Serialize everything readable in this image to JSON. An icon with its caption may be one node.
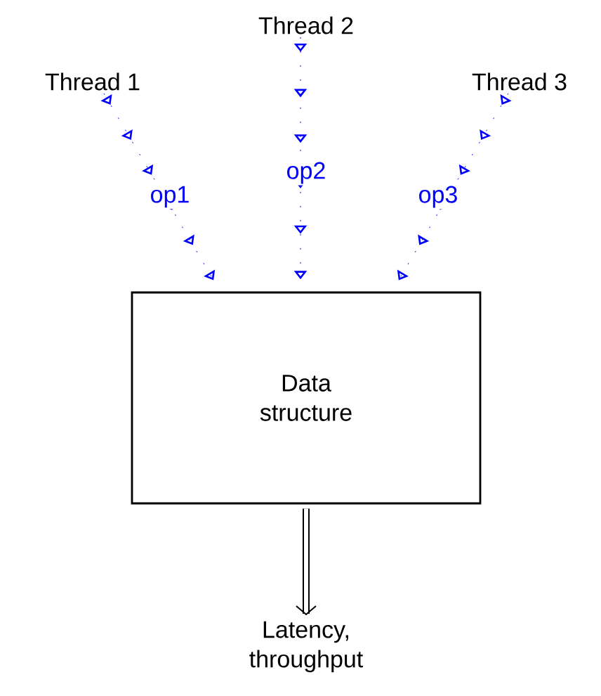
{
  "diagram": {
    "nodes": [
      {
        "text": [
          "Thread 1"
        ]
      },
      {
        "text": [
          "Thread 2"
        ]
      },
      {
        "text": [
          "Thread 3"
        ]
      },
      {
        "text": [
          "Data structure"
        ]
      },
      {
        "text": [
          "Latency, throughput"
        ]
      }
    ],
    "edges": [
      {
        "from": 0,
        "to": 3,
        "arrow": "to",
        "label": "op1",
        "style": "dashed",
        "color": "#0000ff"
      },
      {
        "from": 1,
        "to": 3,
        "arrow": "to",
        "label": "op2",
        "style": "dashed",
        "color": "#0000ff"
      },
      {
        "from": 2,
        "to": 3,
        "arrow": "to",
        "label": "op3",
        "style": "dashed",
        "color": "#0000ff"
      },
      {
        "from": 3,
        "to": 4,
        "arrow": "to",
        "style": "thick",
        "color": "#000000"
      }
    ]
  }
}
